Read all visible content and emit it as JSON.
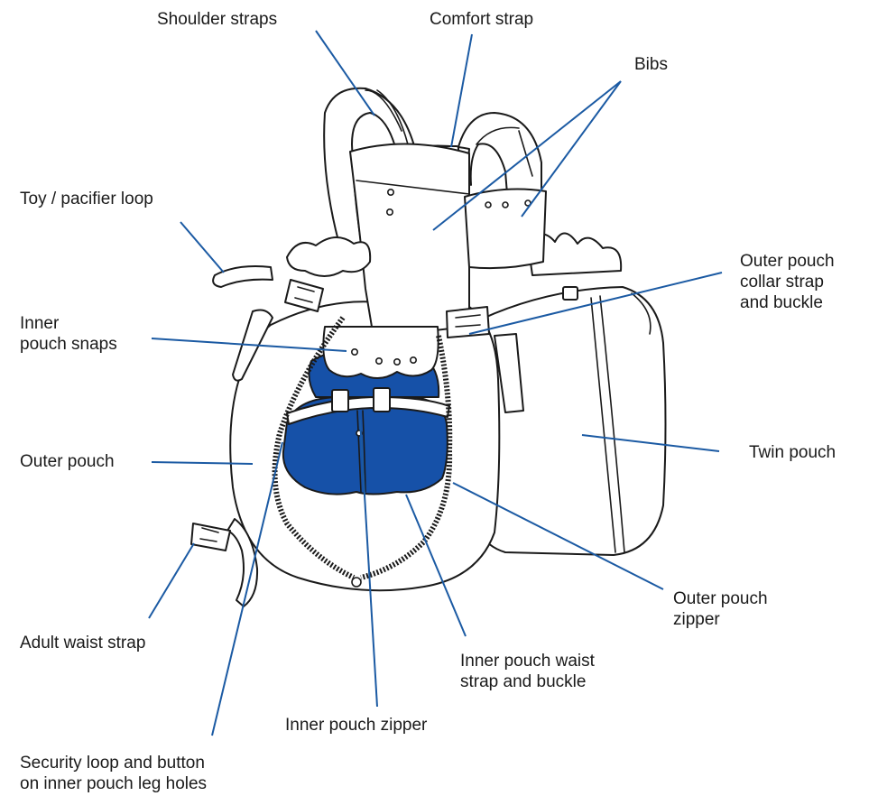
{
  "colors": {
    "leader": "#1b5aa3",
    "pouch_fill": "#1651a8",
    "outline": "#1a1a1a",
    "text": "#1a1a1a"
  },
  "labels": {
    "shoulder_straps": [
      "Shoulder straps"
    ],
    "comfort_strap": [
      "Comfort strap"
    ],
    "bibs": [
      "Bibs"
    ],
    "toy_pacifier_loop": [
      "Toy / pacifier loop"
    ],
    "outer_pouch_collar_strap": [
      "Outer pouch",
      "collar strap",
      "and buckle"
    ],
    "inner_pouch_snaps": [
      "Inner",
      "pouch snaps"
    ],
    "outer_pouch": [
      "Outer pouch"
    ],
    "twin_pouch": [
      "Twin pouch"
    ],
    "outer_pouch_zipper": [
      "Outer pouch",
      "zipper"
    ],
    "adult_waist_strap": [
      "Adult waist strap"
    ],
    "inner_pouch_waist_strap": [
      "Inner pouch waist",
      "strap and buckle"
    ],
    "inner_pouch_zipper": [
      "Inner pouch zipper"
    ],
    "security_loop": [
      "Security loop and button",
      "on inner pouch leg holes"
    ]
  }
}
